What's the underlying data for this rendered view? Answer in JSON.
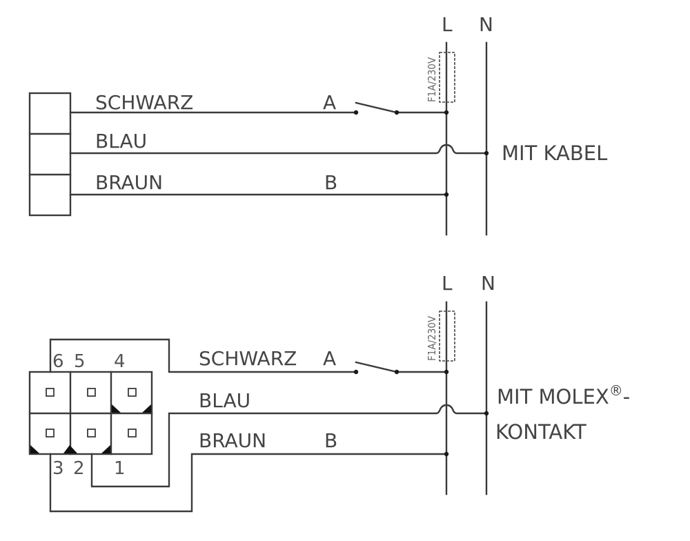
{
  "title": "Anschlussschema",
  "top": {
    "wires": [
      "SCHWARZ",
      "BLAU",
      "BRAUN"
    ],
    "terminal_a": "A",
    "terminal_b": "B",
    "line_label": "L",
    "neutral_label": "N",
    "fuse_label": "F1A/230V",
    "caption": "MIT KABEL"
  },
  "bottom": {
    "wires": [
      "SCHWARZ",
      "BLAU",
      "BRAUN"
    ],
    "terminal_a": "A",
    "terminal_b": "B",
    "line_label": "L",
    "neutral_label": "N",
    "fuse_label": "F1A/230V",
    "caption_line1": "MIT MOLEX",
    "caption_registered": "®",
    "caption_dash": "-",
    "caption_line2": "KONTAKT",
    "pin_numbers_top": [
      "6",
      "5",
      "4"
    ],
    "pin_numbers_bottom": [
      "3",
      "2",
      "1"
    ]
  },
  "colors": {
    "line": "#3a3a3a",
    "text": "#444444",
    "background": "#ffffff"
  }
}
